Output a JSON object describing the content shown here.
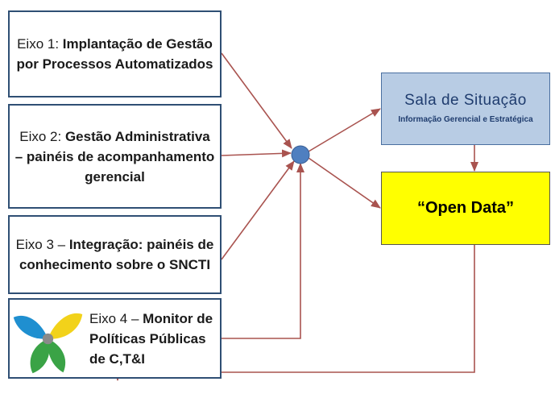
{
  "eixo1": {
    "prefix": "Eixo 1: ",
    "bold": "Implantação de Gestão por Processos Automatizados"
  },
  "eixo2": {
    "prefix": "Eixo 2: ",
    "bold": "Gestão Administrativa – painéis de acompanhamento gerencial"
  },
  "eixo3": {
    "prefix": "Eixo 3 – ",
    "bold": "Integração: painéis de conhecimento sobre o SNCTI"
  },
  "eixo4": {
    "prefix": "Eixo 4 – ",
    "bold": "Monitor de Políticas Públicas de C,T&I"
  },
  "sala": {
    "title": "Sala de Situação",
    "subtitle": "Informação Gerencial e Estratégica"
  },
  "open_data": {
    "title": "“Open Data”"
  },
  "colors": {
    "arrow": "#a9534f",
    "hub": "#4f7fc0",
    "box_border": "#2f4f74",
    "sala_fill": "#b8cce4",
    "open_fill": "#ffff00"
  }
}
